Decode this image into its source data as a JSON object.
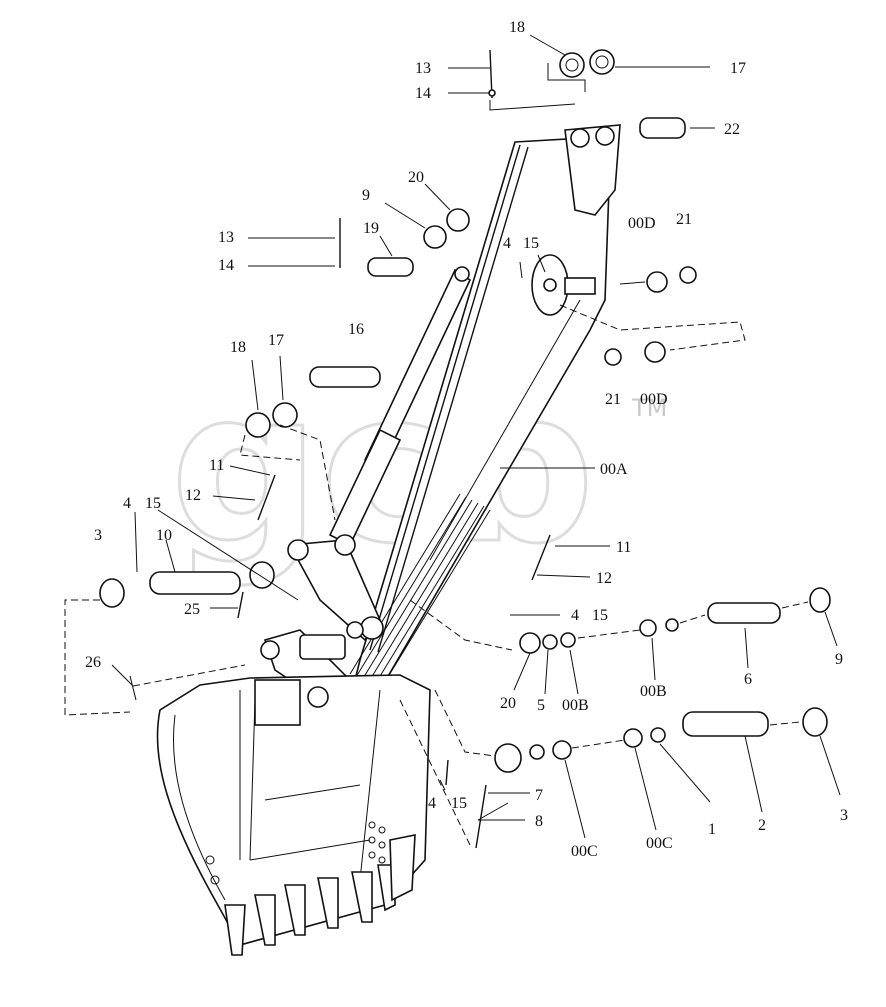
{
  "watermark": {
    "text": "gcb",
    "tm": "TM"
  },
  "callouts": {
    "c18a": "18",
    "c17a": "17",
    "c13a": "13",
    "c14a": "14",
    "c22": "22",
    "c9a": "9",
    "c20a": "20",
    "c13b": "13",
    "c19": "19",
    "c14b": "14",
    "c4a": "4",
    "c15a": "15",
    "c00Da": "00D",
    "c21a": "21",
    "c16": "16",
    "c18b": "18",
    "c17b": "17",
    "c21b": "21",
    "c00Db": "00D",
    "c11a": "11",
    "c12a": "12",
    "c00A": "00A",
    "c4b": "4",
    "c15b": "15",
    "c3a": "3",
    "c10": "10",
    "c11b": "11",
    "c12b": "12",
    "c25": "25",
    "c4c": "4",
    "c15c": "15",
    "c9b": "9",
    "c26": "26",
    "c00Ba": "00B",
    "c6": "6",
    "c20b": "20",
    "c5": "5",
    "c00Bb": "00B",
    "c3b": "3",
    "c7": "7",
    "c4d": "4",
    "c15d": "15",
    "c8": "8",
    "c1": "1",
    "c2": "2",
    "c00Ca": "00C",
    "c00Cb": "00C"
  }
}
